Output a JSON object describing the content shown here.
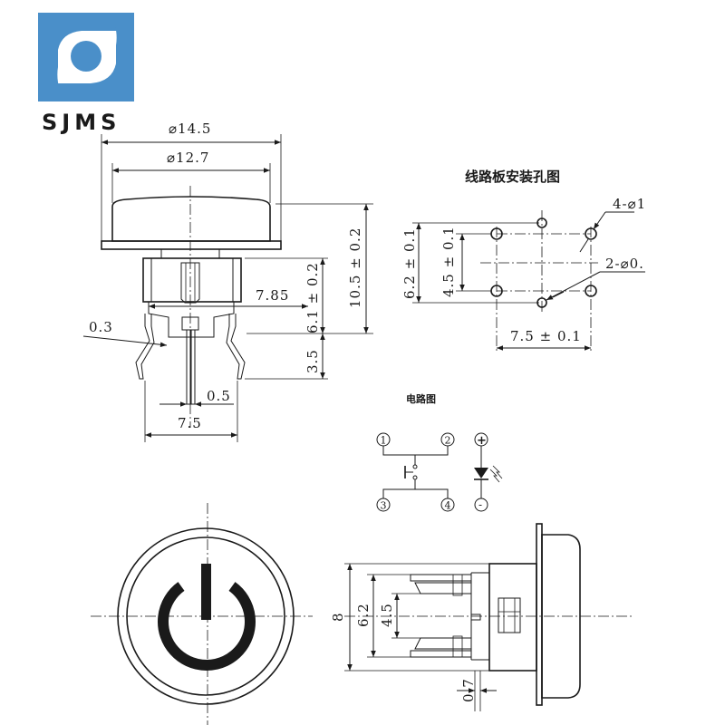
{
  "brand": {
    "name": "SJMS",
    "color": "#4a8fc9"
  },
  "front_view": {
    "dim_outer": "⌀14.5",
    "dim_inner": "⌀12.7",
    "dim_height": "10.5 ± 0.2",
    "dim_body": "6.1 ± 0.2",
    "dim_pin_len": "3.5",
    "dim_width": "7.85",
    "dim_wall": "0.3",
    "dim_pin_w": "0.5",
    "dim_pitch": "7.5"
  },
  "pcb_layout": {
    "title": "线路板安装孔图",
    "dim_holes4": "4-⌀1",
    "dim_holes2": "2-⌀0.",
    "dim_outer_h": "6.2 ± 0.1",
    "dim_inner_h": "4.5 ± 0.1",
    "dim_w": "7.5 ± 0.1"
  },
  "circuit": {
    "title": "电路图",
    "pins": [
      "1",
      "2",
      "3",
      "4"
    ],
    "plus": "+",
    "minus": "-"
  },
  "side_view": {
    "dim_8": "8",
    "dim_62": "6.2",
    "dim_45": "4.5",
    "dim_07": "0.7"
  },
  "colors": {
    "line": "#1a1a1a",
    "brand": "#4a8fc9",
    "background": "#ffffff"
  }
}
